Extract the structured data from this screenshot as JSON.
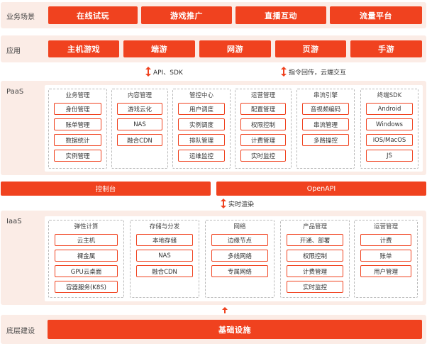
{
  "business": {
    "label": "业务场景",
    "items": [
      "在线试玩",
      "游戏推广",
      "直播互动",
      "流量平台"
    ]
  },
  "apps": {
    "label": "应用",
    "items": [
      "主机游戏",
      "端游",
      "网游",
      "页游",
      "手游"
    ]
  },
  "connector1": {
    "left": "API、SDK",
    "right": "指令回传，云端交互"
  },
  "paas": {
    "label": "PaaS",
    "groups": [
      {
        "title": "业务管理",
        "items": [
          "身份管理",
          "账单管理",
          "数据统计",
          "实例管理"
        ]
      },
      {
        "title": "内容管理",
        "items": [
          "游戏云化",
          "NAS",
          "融合CDN"
        ]
      },
      {
        "title": "管控中心",
        "items": [
          "用户调度",
          "实例调度",
          "排队管理",
          "运维监控"
        ]
      },
      {
        "title": "运营管理",
        "items": [
          "配置管理",
          "权限控制",
          "计费管理",
          "实时监控"
        ]
      },
      {
        "title": "串流引擎",
        "items": [
          "音视频编码",
          "串流管理",
          "多路操控"
        ]
      },
      {
        "title": "终端SDK",
        "items": [
          "Android",
          "Windows",
          "iOS/MacOS",
          "JS"
        ]
      }
    ]
  },
  "bars": {
    "left": "控制台",
    "right": "OpenAPI"
  },
  "connector2": {
    "label": "实时渲染"
  },
  "iaas": {
    "label": "IaaS",
    "groups": [
      {
        "title": "弹性计算",
        "items": [
          "云主机",
          "裸金属",
          "GPU云桌面",
          "容器服务(K8S)"
        ]
      },
      {
        "title": "存储与分发",
        "items": [
          "本地存储",
          "NAS",
          "融合CDN"
        ]
      },
      {
        "title": "网络",
        "items": [
          "边缘节点",
          "多线网络",
          "专属网络"
        ]
      },
      {
        "title": "产品管理",
        "items": [
          "开通、部署",
          "权限控制",
          "计费管理",
          "实时监控"
        ]
      },
      {
        "title": "运营管理",
        "items": [
          "计费",
          "账单",
          "用户管理"
        ]
      }
    ]
  },
  "base": {
    "label": "底层建设",
    "item": "基础设施"
  },
  "colors": {
    "accent": "#f0421f",
    "layer_bg": "#fbece6"
  }
}
